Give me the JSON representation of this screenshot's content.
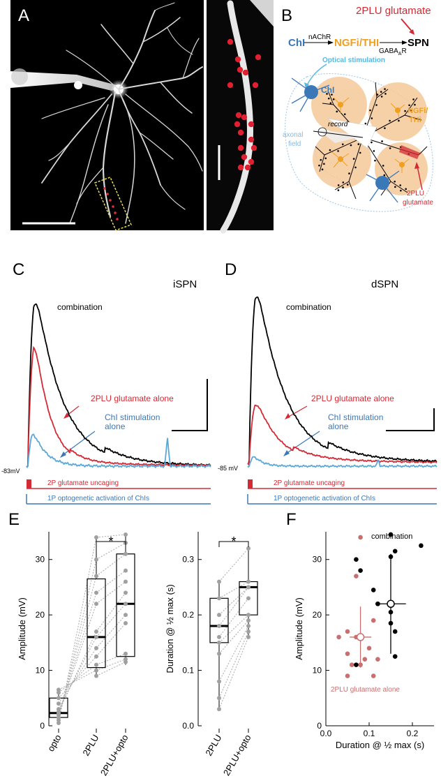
{
  "panels": {
    "A": "A",
    "B": "B",
    "C": "C",
    "D": "D",
    "E": "E",
    "F": "F"
  },
  "panel_b": {
    "title_2plu": "2PLU glutamate",
    "chi": "ChI",
    "nachr": "nAChR",
    "ngfi": "NGFi/THI",
    "spn": "SPN",
    "gabaar": "GABA",
    "gabaar_sub": "A",
    "gabaar_r": "R",
    "optical": "Optical stimulation",
    "chi_cell": "ChI",
    "record": "record",
    "axonal": "axonal",
    "field": "field",
    "ngfi_cell_1": "NGFi/",
    "ngfi_cell_2": "THi",
    "plu_label_1": "2PLU",
    "plu_label_2": "glutamate"
  },
  "panel_c": {
    "title": "iSPN",
    "combination": "combination",
    "glut_alone": "2PLU glutamate alone",
    "chi_alone_1": "ChI stimulation",
    "chi_alone_2": "alone",
    "vm": "-83mV",
    "uncaging": "2P glutamate uncaging",
    "optogenetic": "1P optogenetic activation of ChIs"
  },
  "panel_d": {
    "title": "dSPN",
    "combination": "combination",
    "glut_alone": "2PLU glutamate alone",
    "chi_alone_1": "ChI stimulation",
    "chi_alone_2": "alone",
    "vm": "-85 mV",
    "uncaging": "2P glutamate uncaging",
    "optogenetic": "1P optogenetic activation of ChIs"
  },
  "chart_data": [
    {
      "type": "box",
      "panel": "E-left",
      "ylabel": "Amplitude (mV)",
      "ylim": [
        0,
        35
      ],
      "yticks": [
        0,
        10,
        20,
        30
      ],
      "categories": [
        "opto",
        "2PLU",
        "2PLU+opto"
      ],
      "medians": [
        2.3,
        16,
        22
      ],
      "box_q1": [
        1.5,
        10.5,
        12.5
      ],
      "box_q3": [
        5,
        26.5,
        31
      ],
      "whisker_low": [
        0.5,
        9,
        11
      ],
      "whisker_high": [
        6.5,
        34,
        34.5
      ],
      "points": {
        "opto": [
          0.5,
          1,
          1.5,
          2,
          2.2,
          2.5,
          3,
          4,
          5,
          6,
          6.5
        ],
        "2PLU": [
          34,
          30,
          27,
          24,
          22,
          17,
          16,
          14,
          12.5,
          11,
          10,
          9
        ],
        "2PLU+opto": [
          34.5,
          33,
          31,
          28,
          26,
          24,
          22,
          20,
          18.5,
          13,
          12,
          11.5
        ]
      },
      "significance": "*"
    },
    {
      "type": "box",
      "panel": "E-right",
      "ylabel": "Duration @ ½ max (s)",
      "ylim": [
        0,
        0.35
      ],
      "yticks": [
        0.0,
        0.1,
        0.2,
        0.3
      ],
      "ytick_labels": [
        "0.0",
        "0.1",
        "0.2",
        "0.3"
      ],
      "categories": [
        "2PLU",
        "2PLU+opto"
      ],
      "medians": [
        0.18,
        0.25
      ],
      "box_q1": [
        0.15,
        0.2
      ],
      "box_q3": [
        0.23,
        0.26
      ],
      "whisker_low": [
        0.03,
        0.16
      ],
      "whisker_high": [
        0.26,
        0.32
      ],
      "points": {
        "2PLU": [
          0.26,
          0.23,
          0.2,
          0.18,
          0.16,
          0.15,
          0.13,
          0.08,
          0.05,
          0.03
        ],
        "2PLU+opto": [
          0.32,
          0.26,
          0.25,
          0.25,
          0.23,
          0.2,
          0.19,
          0.18,
          0.17,
          0.16
        ]
      },
      "significance": "*"
    },
    {
      "type": "scatter",
      "panel": "F",
      "xlabel": "Duration @ ½ max (s)",
      "ylabel": "Amplitude (mV)",
      "xlim": [
        0,
        0.25
      ],
      "ylim": [
        0,
        35
      ],
      "xticks": [
        0.0,
        0.1,
        0.2
      ],
      "xtick_labels": [
        "0.0",
        "0.1",
        "0.2"
      ],
      "yticks": [
        0,
        10,
        20,
        30
      ],
      "series": [
        {
          "name": "2PLU glutamate alone",
          "color": "#c87070",
          "x": [
            0.08,
            0.07,
            0.05,
            0.03,
            0.05,
            0.07,
            0.09,
            0.06,
            0.1,
            0.12,
            0.11,
            0.08,
            0.05,
            0.11
          ],
          "y": [
            34,
            27,
            17,
            16,
            13,
            16,
            12,
            11,
            14,
            12,
            9,
            11,
            9,
            19
          ],
          "mean": [
            0.08,
            16
          ],
          "err_x": 0.025,
          "err_y": 5.5
        },
        {
          "name": "combination",
          "color": "#000000",
          "x": [
            0.15,
            0.22,
            0.07,
            0.08,
            0.15,
            0.16,
            0.11,
            0.12,
            0.15,
            0.12,
            0.16,
            0.16,
            0.15,
            0.07
          ],
          "y": [
            34.5,
            32.5,
            30,
            28,
            30.5,
            31.5,
            24.5,
            22,
            20.5,
            22,
            17,
            12.5,
            18.5,
            11
          ],
          "mean": [
            0.15,
            22
          ],
          "err_x": 0.035,
          "err_y": 9
        }
      ]
    }
  ],
  "colors": {
    "red": "#d42a35",
    "blue": "#5a9fd0",
    "orange": "#f0a020",
    "gray": "#9a9a9a"
  }
}
